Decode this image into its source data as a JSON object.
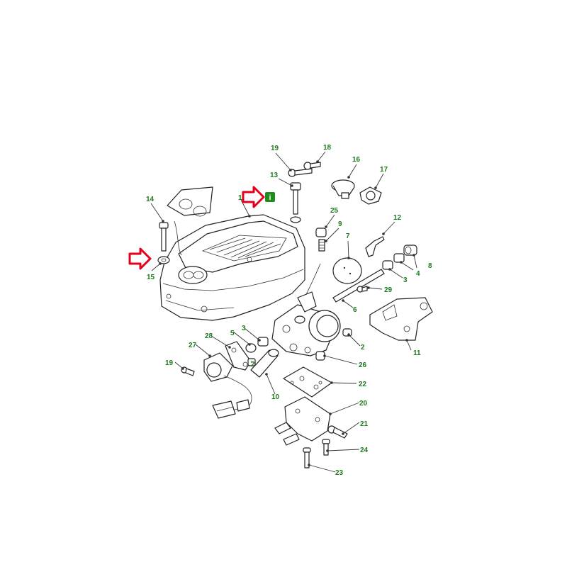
{
  "colors": {
    "label": "#1e7a1e",
    "highlight_arrow": "#e3001b",
    "badge_bg": "#1e8c1e",
    "line": "#222222"
  },
  "badge": {
    "text": "i",
    "icon": "info-badge-icon"
  },
  "labels": {
    "1": "1",
    "2a": "2",
    "2b": "2",
    "3a": "3",
    "3b": "3",
    "4": "4",
    "5": "5",
    "6": "6",
    "7": "7",
    "8": "8",
    "9": "9",
    "10": "10",
    "11": "11",
    "12": "12",
    "13": "13",
    "14": "14",
    "15": "15",
    "16": "16",
    "17": "17",
    "18": "18",
    "19a": "19",
    "19b": "19",
    "20": "20",
    "21": "21",
    "22": "22",
    "23": "23",
    "24": "24",
    "25": "25",
    "26": "26",
    "27": "27",
    "28": "28",
    "29": "29"
  }
}
